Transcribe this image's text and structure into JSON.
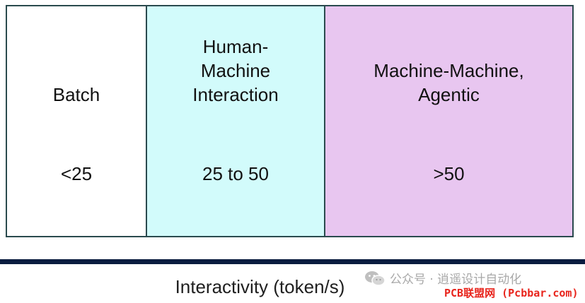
{
  "segments": [
    {
      "name": "Batch",
      "range": "<25",
      "color": "#ffffff"
    },
    {
      "name": "Human-\nMachine\nInteraction",
      "range": "25 to 50",
      "color": "#d2fbfb"
    },
    {
      "name": "Machine-Machine,\nAgentic",
      "range": ">50",
      "color": "#e8c6f0"
    }
  ],
  "axis": {
    "label": "Interactivity (token/s)"
  },
  "watermark": {
    "account": "公众号 · 逍遥设计自动化",
    "site": "PCB联盟网 (Pcbbar.com)",
    "icon": "wechat-icon"
  },
  "colors": {
    "border": "#2a4a4e",
    "rule": "#0b1c40",
    "site": "#e8241c"
  }
}
